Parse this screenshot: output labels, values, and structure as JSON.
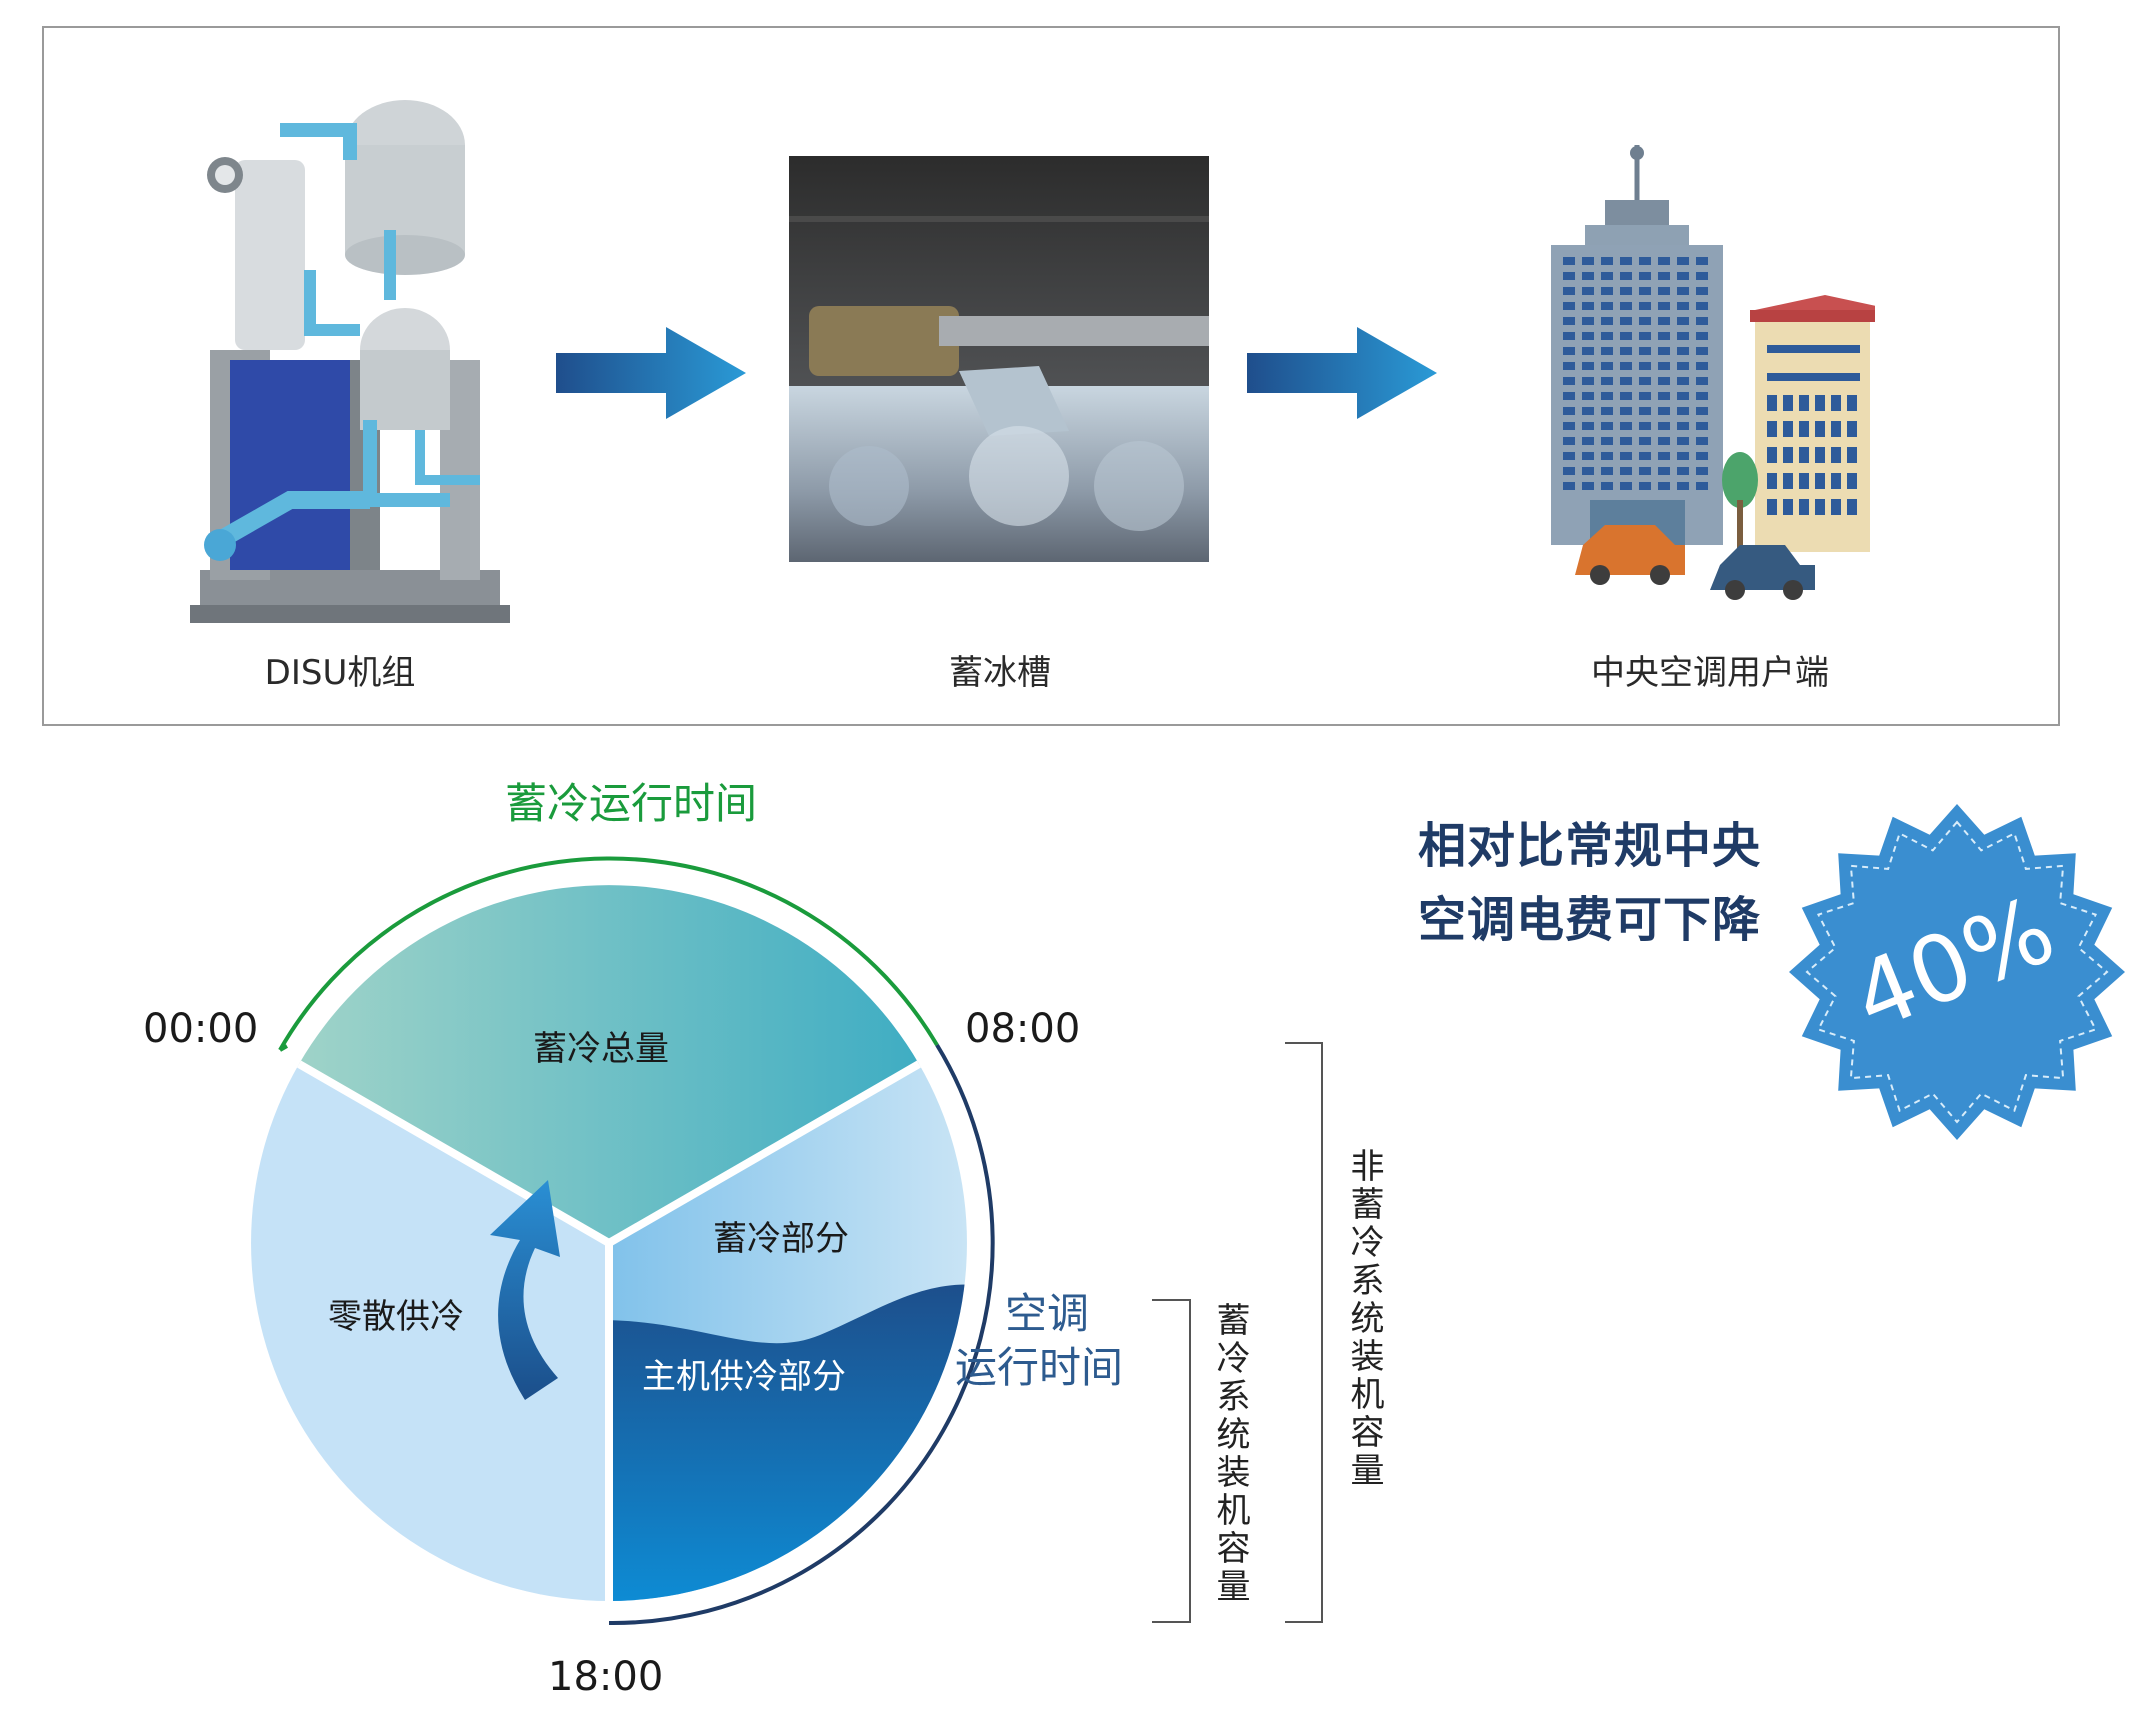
{
  "flow": {
    "stages": [
      {
        "label": "DISU机组"
      },
      {
        "label": "蓄冰槽"
      },
      {
        "label": "中央空调用户端"
      }
    ]
  },
  "clock": {
    "times": {
      "t0000": "00:00",
      "t0800": "08:00",
      "t1800": "18:00"
    },
    "arc_labels": {
      "storage_run": "蓄冷运行时间",
      "ac_run_line1": "空调",
      "ac_run_line2": "运行时间"
    },
    "sectors": {
      "total_storage": "蓄冷总量",
      "storage_part": "蓄冷部分",
      "chiller_part": "主机供冷部分",
      "scattered": "零散供冷"
    },
    "colors": {
      "storage_arc": "#1a9b3c",
      "ac_arc": "#1f3b66"
    }
  },
  "capacity": {
    "storage_capacity": "蓄冷系统装机容量",
    "non_storage_capacity": "非蓄冷系统装机容量"
  },
  "savings": {
    "line1": "相对比常规中央",
    "line2": "空调电费可下降",
    "badge_value": "40%",
    "badge_color": "#3a8ed0"
  }
}
